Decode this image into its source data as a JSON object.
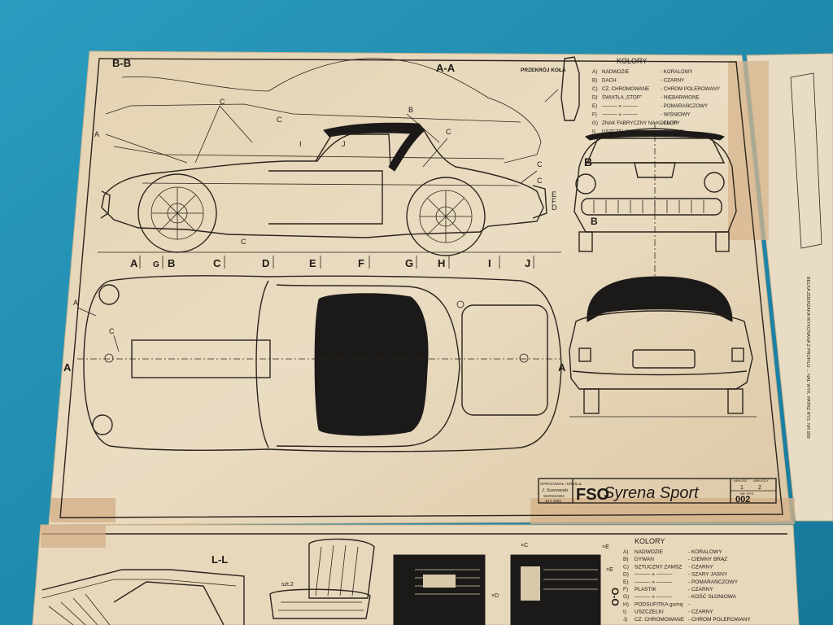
{
  "sheet": {
    "section_bb": "B-B",
    "section_aa": "A-A",
    "section_aa_top": "A",
    "section_aa_bottom": "A",
    "front_section_mark": "B",
    "front_section_mark_low": "B",
    "cross_section_title": "PRZEKRÓJ KOŁA",
    "station_labels": [
      "A",
      "G",
      "B",
      "C",
      "D",
      "E",
      "F",
      "G",
      "H",
      "I",
      "J"
    ],
    "callouts": [
      "A",
      "B",
      "C",
      "C",
      "C",
      "C",
      "C",
      "C",
      "E",
      "F",
      "D",
      "J",
      "I",
      "A",
      "C",
      "C"
    ]
  },
  "legend_top": {
    "title": "KOLORY",
    "rows": [
      {
        "key": "A)",
        "item": "NADWOZIE",
        "color": "- KORALOWY"
      },
      {
        "key": "B)",
        "item": "DACH",
        "color": "- CZARNY"
      },
      {
        "key": "C)",
        "item": "CZ. CHROMOWANE",
        "color": "- CHROM POLEROWANY"
      },
      {
        "key": "D)",
        "item": "ŚWIATŁA „STOP”",
        "color": "- NIEBARWIONE"
      },
      {
        "key": "E)",
        "item": "———  »  ———",
        "color": "- POMARAŃCZOWY"
      },
      {
        "key": "F)",
        "item": "———  »  ———",
        "color": "- WIŚNIOWY"
      },
      {
        "key": "G)",
        "item": "ZNAK FABRYCZNY NA KOŁACH",
        "color": "- ZŁOTY"
      },
      {
        "key": "I)",
        "item": "USZCZELKI  gumą",
        "color": "- CZARNY"
      }
    ]
  },
  "title_block": {
    "drawn_label": "OPRACOWAŁ I KREŚLIŁ",
    "drawn_signature": "J. Sosnowski",
    "city": "WARSZAWA",
    "date": "10 II 1961",
    "brand": "FSO",
    "model": "Syrena Sport",
    "sheet_label": "ARKUSZ",
    "sheets_label": "ARKUSZY",
    "sheet_no": "1",
    "sheets_total": "2",
    "drawing_no_label": "NR. RYS.",
    "drawing_no": "002"
  },
  "side_margin_note": "BELKA ZDERZAKA WYKONANA Z PROFILU ... NAŁ WYK. PATRZ RYS. NR 009",
  "sheet2": {
    "section_ll": "L-L",
    "seat_label": "szt.2",
    "mark_c": "×C",
    "mark_e": "×E",
    "mark_e2": "×E",
    "mark_d": "×D",
    "section_oo": "O-O"
  },
  "legend_bottom": {
    "title": "KOLORY",
    "rows": [
      {
        "key": "A)",
        "item": "NADWOZIE",
        "color": "- KORALOWY"
      },
      {
        "key": "B)",
        "item": "DYWAN",
        "color": "- CIEMNY BRĄZ"
      },
      {
        "key": "C)",
        "item": "SZTUCZNY ZAMSZ",
        "color": "- CZARNY"
      },
      {
        "key": "D)",
        "item": "———  »  ———",
        "color": "- SZARY JASNY"
      },
      {
        "key": "E)",
        "item": "———  »  ———",
        "color": "- POMARAŃCZOWY"
      },
      {
        "key": "F)",
        "item": "PLASTIK",
        "color": "- CZARNY"
      },
      {
        "key": "G)",
        "item": "———  »  ———",
        "color": "- KOŚĆ SŁONIOWA"
      },
      {
        "key": "H)",
        "item": "PODSUFITKA gumą",
        "color": "-"
      },
      {
        "key": "I)",
        "item": "USZCZELKI",
        "color": "- CZARNY"
      },
      {
        "key": "J)",
        "item": "CZ. CHROMOWANE",
        "color": "- CHROM POLEROWANY"
      }
    ]
  },
  "colors": {
    "table": "#1f8db0",
    "paper": "#e6d8bd",
    "paper_edge": "#d9c6a3",
    "tape": "#d6b48a",
    "ink": "#1f1a14"
  }
}
